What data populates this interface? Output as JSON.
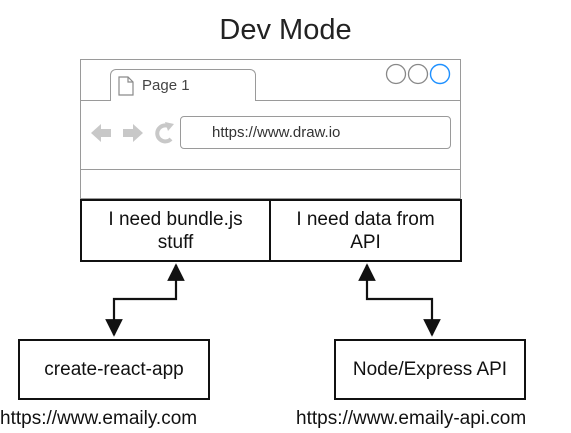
{
  "title": "Dev Mode",
  "browser": {
    "tab_label": "Page 1",
    "address": "https://www.draw.io",
    "window_buttons": [
      "minimize-circle",
      "maximize-circle",
      "close-circle"
    ],
    "accent_color": "#1e90ff"
  },
  "requests": {
    "left": "I need bundle.js stuff",
    "right": "I need data from API"
  },
  "servers": {
    "left": {
      "label": "create-react-app",
      "url": "https://www.emaily.com"
    },
    "right": {
      "label": "Node/Express API",
      "url": "https://www.emaily-api.com"
    }
  }
}
